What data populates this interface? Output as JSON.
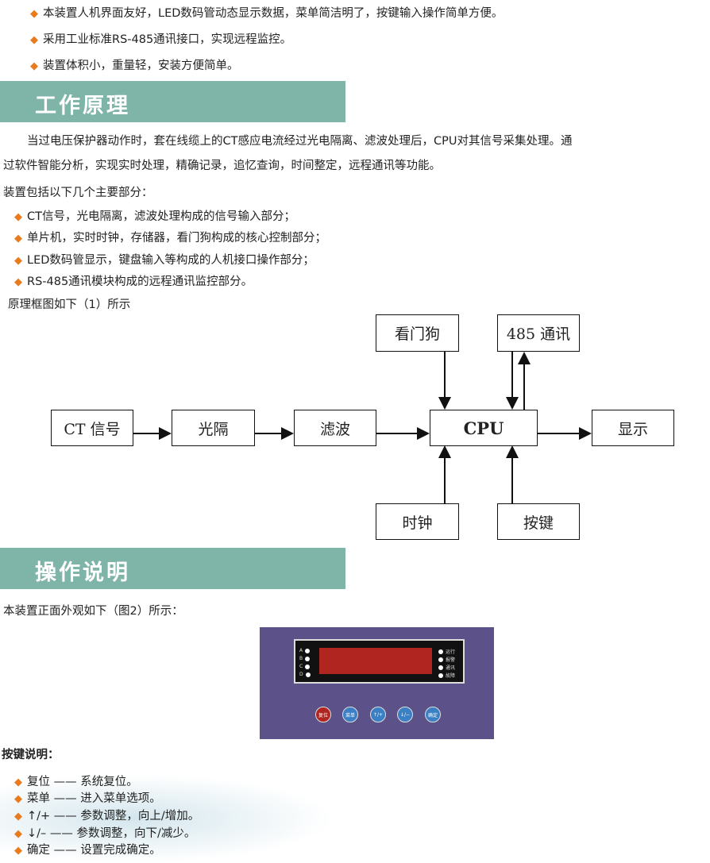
{
  "features": [
    "本装置人机界面友好，LED数码管动态显示数据，菜单简洁明了，按键输入操作简单方便。",
    "采用工业标准RS-485通讯接口，实现远程监控。",
    "装置体积小，重量轻，安装方便简单。"
  ],
  "section1": {
    "title": "工作原理",
    "para": [
      "当过电压保护器动作时，套在线缆上的CT感应电流经过光电隔离、滤波处理后，CPU对其信号采集处理。通",
      "过软件智能分析，实现实时处理，精确记录，追忆查询，时间整定，远程通讯等功能。"
    ],
    "intro": "装置包括以下几个主要部分：",
    "parts": [
      "CT信号，光电隔离，滤波处理构成的信号输入部分；",
      "单片机，实时时钟，存储器，看门狗构成的核心控制部分；",
      "LED数码管显示，键盘输入等构成的人机接口操作部分；",
      "RS-485通讯模块构成的远程通讯监控部分。"
    ],
    "diagram_caption": "原理框图如下（1）所示",
    "diagram": {
      "watchdog": "看门狗",
      "comm": "485 通讯",
      "ct": "CT 信号",
      "opto": "光隔",
      "filter": "滤波",
      "cpu": "CPU",
      "display": "显示",
      "clock": "时钟",
      "keys": "按键"
    }
  },
  "section2": {
    "title": "操作说明",
    "caption": "本装置正面外观如下（图2）所示：",
    "panel": {
      "left_leds": [
        "A",
        "B",
        "C",
        "D"
      ],
      "right_leds": [
        "运行",
        "报警",
        "通讯",
        "故障"
      ],
      "buttons": [
        "复位",
        "菜单",
        "↑/+",
        "↓/−",
        "确定"
      ]
    },
    "keys_title": "按键说明：",
    "keys": [
      "复位 —— 系统复位。",
      "菜单 —— 进入菜单选项。",
      "↑/+ —— 参数调整，向上/增加。",
      "↓/– —— 参数调整，向下/减少。",
      "确定 —— 设置完成确定。"
    ]
  }
}
